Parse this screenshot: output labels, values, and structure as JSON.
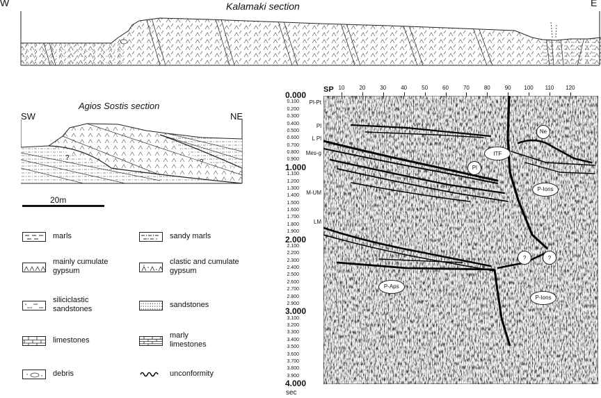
{
  "kalamaki": {
    "title": "Kalamaki section",
    "west": "W",
    "east": "E"
  },
  "agios": {
    "title": "Agios Sostis section",
    "sw": "SW",
    "ne": "NE",
    "query1": "?",
    "query2": "?"
  },
  "scale_bar": {
    "label": "20m"
  },
  "legend": [
    {
      "name": "marls",
      "label": "marls",
      "pattern": "dashes"
    },
    {
      "name": "sandy-marls",
      "label": "sandy marls",
      "pattern": "dash-dots"
    },
    {
      "name": "mainly-cumulate-gypsum",
      "label": "mainly cumulate\ngypsum",
      "pattern": "chevrons"
    },
    {
      "name": "clastic-cumulate-gypsum",
      "label": "clastic and cumulate\ngypsum",
      "pattern": "chevron-dots"
    },
    {
      "name": "siliciclastic-sandstones",
      "label": "siliciclastic\nsandstones",
      "pattern": "mixed"
    },
    {
      "name": "sandstones",
      "label": "sandstones",
      "pattern": "dots"
    },
    {
      "name": "limestones",
      "label": "limestones",
      "pattern": "bricks"
    },
    {
      "name": "marly-limestones",
      "label": "marly\nlimestones",
      "pattern": "bricks-dense"
    },
    {
      "name": "debris",
      "label": "debris",
      "pattern": "debris"
    },
    {
      "name": "unconformity",
      "label": "unconformity",
      "pattern": "wave"
    }
  ],
  "seismic": {
    "sp_label": "SP",
    "sp_ticks": [
      "10",
      "20",
      "30",
      "40",
      "50",
      "60",
      "70",
      "80",
      "90",
      "100",
      "110",
      "120"
    ],
    "time_unit": "sec",
    "time_major": [
      "0.000",
      "1.000",
      "2.000",
      "3.000",
      "4.000"
    ],
    "time_minor": [
      "0.100",
      "0.200",
      "0.300",
      "0.400",
      "0.500",
      "0.600",
      "0.700",
      "0.800",
      "0.900",
      "1.100",
      "1.200",
      "1.300",
      "1.400",
      "1.500",
      "1.600",
      "1.700",
      "1.800",
      "1.900",
      "2.100",
      "2.200",
      "2.300",
      "2.400",
      "2.500",
      "2.600",
      "2.700",
      "2.800",
      "2.900",
      "3.100",
      "3.200",
      "3.300",
      "3.400",
      "3.500",
      "3.600",
      "3.700",
      "3.800",
      "3.900"
    ],
    "unit_labels": [
      {
        "name": "unit-pl-pt",
        "text": "Pl-Pt",
        "t": 0.1
      },
      {
        "name": "unit-pl",
        "text": "Pl",
        "t": 0.42
      },
      {
        "name": "unit-l-pl",
        "text": "L Pl",
        "t": 0.6
      },
      {
        "name": "unit-mes-g",
        "text": "Mes-g",
        "t": 0.8
      },
      {
        "name": "unit-m-um",
        "text": "M-UM",
        "t": 1.35
      },
      {
        "name": "unit-lm",
        "text": "LM",
        "t": 1.75
      }
    ],
    "bubbles": [
      {
        "name": "bubble-ne",
        "text": "Ne",
        "sp": 107,
        "t": 0.5
      },
      {
        "name": "bubble-itf",
        "text": "ITF",
        "sp": 85,
        "t": 0.8
      },
      {
        "name": "bubble-pl",
        "text": "Pl",
        "sp": 74,
        "t": 1.0
      },
      {
        "name": "bubble-p-ions-upper",
        "text": "P-Ions",
        "sp": 108,
        "t": 1.3
      },
      {
        "name": "bubble-query-left",
        "text": "?",
        "sp": 98,
        "t": 2.25
      },
      {
        "name": "bubble-query-right",
        "text": "?",
        "sp": 110,
        "t": 2.25
      },
      {
        "name": "bubble-p-aps",
        "text": "P-Aps",
        "sp": 34,
        "t": 2.65
      },
      {
        "name": "bubble-p-ions-lower",
        "text": "P-Ions",
        "sp": 107,
        "t": 2.8
      }
    ]
  }
}
